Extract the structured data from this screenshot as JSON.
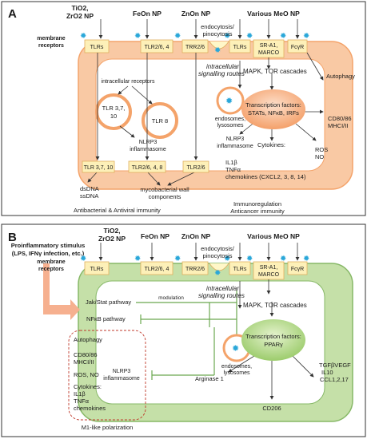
{
  "panel_a": {
    "letter": "A",
    "nps": {
      "tio2_1": "TiO2,",
      "tio2_2": "ZrO2 NP",
      "feon": "FeOn NP",
      "znon": "ZnOn NP",
      "meo": "Various MeO NP"
    },
    "membrane_1": "membrane",
    "membrane_2": "receptors",
    "receptors": {
      "tlrs": "TLRs",
      "tlr26_4": "TLR2/6, 4",
      "trr26": "TRR2/6",
      "tlrs2": "TLRs",
      "sra1_1": "SR-A1,",
      "sra1_2": "MARCO",
      "fcgr": "FcγR"
    },
    "endocytosis_1": "endocytosis/",
    "endocytosis_2": "pinocytosis",
    "intracellular_receptors": "intracellular receptors",
    "tlr3710_1": "TLR 3,7,",
    "tlr3710_2": "10",
    "tlr8": "TLR 8",
    "intracellular_1": "intracellular",
    "intracellular_2": "signalling routes",
    "mapk": "MAPK, TOR cascades",
    "endosomes_1": "endosomes,",
    "endosomes_2": "lysosomes",
    "tf_1": "Transcription factors:",
    "tf_2": "STATs, NFκB, IRFs",
    "nlrp3_a_1": "NLRP3",
    "nlrp3_a_2": "inflammasome",
    "nlrp3_b_1": "NLRP3",
    "nlrp3_b_2": "inflammasome",
    "cytokines": "Cytokines:",
    "il1b": "IL1β",
    "tnfa": "TNFα",
    "chemokines": "chemokines (CXCL2, 3, 8, 14)",
    "bottom_receptors": {
      "tlr3710": "TLR 3,7, 10",
      "tlr2648": "TLR2/6, 4, 8",
      "tlr26": "TLR2/6"
    },
    "dsdna": "dsDNA",
    "ssdna": "ssDNA",
    "myco_1": "mycobacterial wall",
    "myco_2": "components",
    "autophagy": "Autophagy",
    "cd80_1": "CD80/86",
    "cd80_2": "MHCI/II",
    "ros": "ROS",
    "no": "NO",
    "antibacterial": "Antibacterial & Antiviral immunity",
    "immunoreg": "Immunoregulation",
    "anticancer": "Anticancer immunity"
  },
  "panel_b": {
    "letter": "B",
    "stimulus_1": "Proinflammatory stimulus",
    "stimulus_2": "(LPS, IFNγ infection, etc.)",
    "nps": {
      "tio2_1": "TiO2,",
      "tio2_2": "ZrO2 NP",
      "feon": "FeOn NP",
      "znon": "ZnOn NP",
      "meo": "Various MeO NP"
    },
    "membrane_1": "membrane",
    "membrane_2": "receptors",
    "receptors": {
      "tlrs": "TLRs",
      "tlr26_4": "TLR2/6, 4",
      "trr26": "TRR2/6",
      "tlrs2": "TLRs",
      "sra1_1": "SR-A1,",
      "sra1_2": "MARCO",
      "fcgr": "FcγR"
    },
    "endocytosis_1": "endocytosis/",
    "endocytosis_2": "pinocytosis",
    "jakstat": "Jak/Stat pathway",
    "modulation": "modulation",
    "intracellular_1": "intracellular",
    "intracellular_2": "signalling routes",
    "mapk": "MAPK, TOR cascades",
    "nfkb": "NFκB pathway",
    "tf_1": "Transcription factors:",
    "tf_2": "PPARγ",
    "autophagy": "Autophagy",
    "cd80_1": "CD80/86",
    "cd80_2": "MHCI/II",
    "ros_no": "ROS, NO",
    "cytokines": "Cytokines:",
    "il1b": "IL1β",
    "tnfa": "TNFα",
    "chemokines": "chemokines",
    "nlrp3_1": "NLRP3",
    "nlrp3_2": "inflammasome",
    "endosomes_1": "endosomes,",
    "endosomes_2": "lysosomes",
    "arginase": "Arginase 1",
    "tgfb": "TGFβVEGF",
    "il10": "IL10",
    "ccl": "CCL1,2,17",
    "cd206": "CD206",
    "m1": "M1-like polarization"
  },
  "colors": {
    "orange_cell": "#f9c9a4",
    "orange_border": "#f4a36a",
    "green_cell": "#c5e0a8",
    "green_border": "#87b867",
    "receptor_fill": "#fdf0b8",
    "nanoparticle": "#2aa7d9"
  }
}
